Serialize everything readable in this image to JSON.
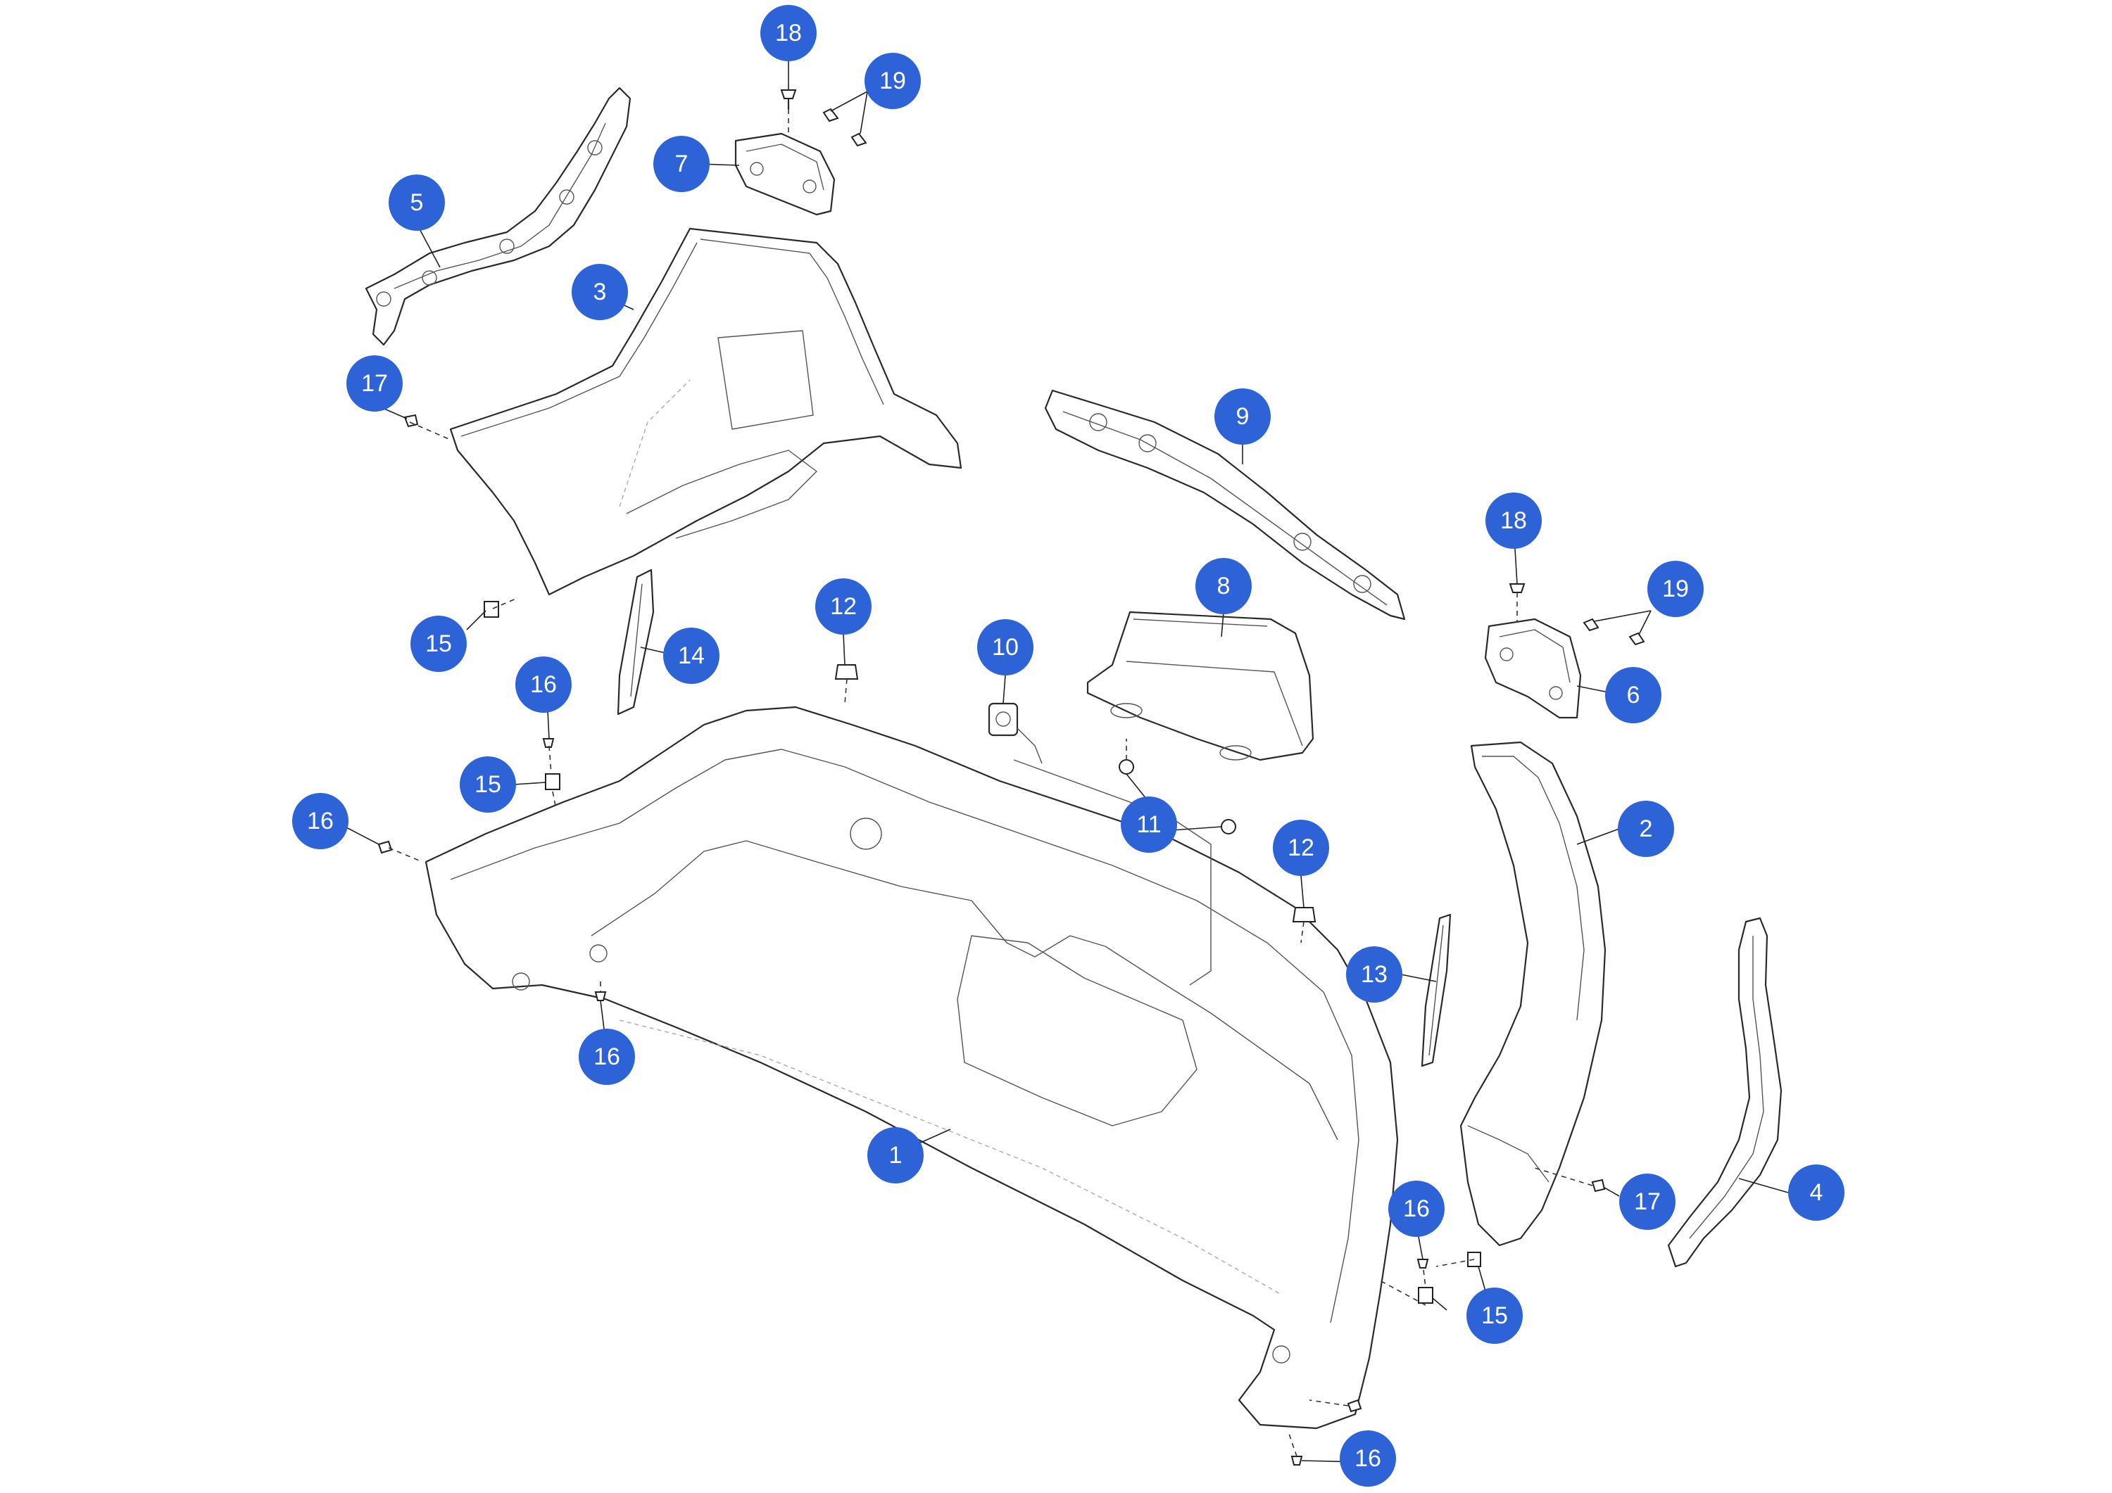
{
  "callouts": [
    {
      "id": "c1",
      "label": "1"
    },
    {
      "id": "c2",
      "label": "2"
    },
    {
      "id": "c3",
      "label": "3"
    },
    {
      "id": "c4",
      "label": "4"
    },
    {
      "id": "c5",
      "label": "5"
    },
    {
      "id": "c6",
      "label": "6"
    },
    {
      "id": "c7",
      "label": "7"
    },
    {
      "id": "c8",
      "label": "8"
    },
    {
      "id": "c9",
      "label": "9"
    },
    {
      "id": "c10",
      "label": "10"
    },
    {
      "id": "c11",
      "label": "11"
    },
    {
      "id": "c12a",
      "label": "12"
    },
    {
      "id": "c12b",
      "label": "12"
    },
    {
      "id": "c13",
      "label": "13"
    },
    {
      "id": "c14",
      "label": "14"
    },
    {
      "id": "c15a",
      "label": "15"
    },
    {
      "id": "c15b",
      "label": "15"
    },
    {
      "id": "c15c",
      "label": "15"
    },
    {
      "id": "c16a",
      "label": "16"
    },
    {
      "id": "c16b",
      "label": "16"
    },
    {
      "id": "c16c",
      "label": "16"
    },
    {
      "id": "c16d",
      "label": "16"
    },
    {
      "id": "c16e",
      "label": "16"
    },
    {
      "id": "c17a",
      "label": "17"
    },
    {
      "id": "c17b",
      "label": "17"
    },
    {
      "id": "c18a",
      "label": "18"
    },
    {
      "id": "c18b",
      "label": "18"
    },
    {
      "id": "c19a",
      "label": "19"
    },
    {
      "id": "c19b",
      "label": "19"
    }
  ],
  "colors": {
    "callout_fill": "#2d63d6",
    "callout_text": "#ffffff",
    "line_art": "#2a2a2a"
  }
}
